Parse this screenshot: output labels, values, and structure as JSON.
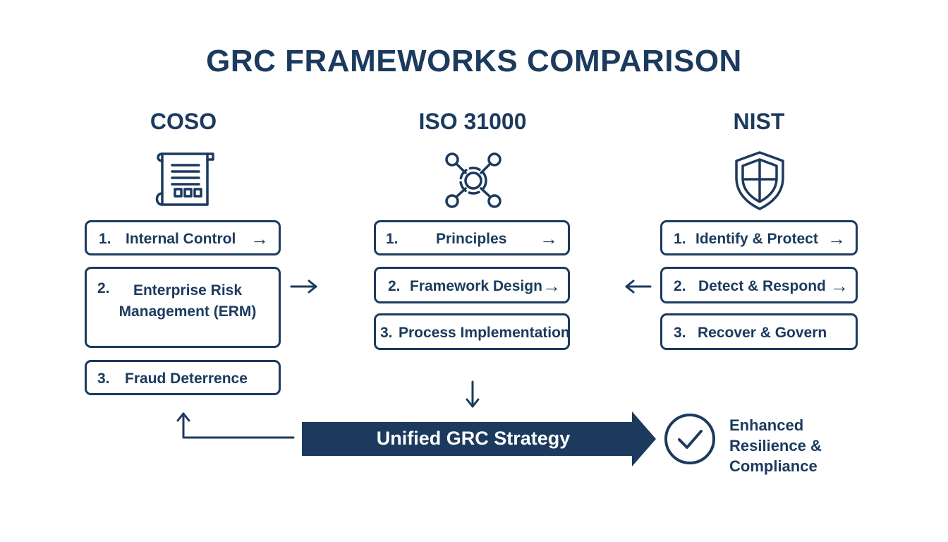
{
  "title": "GRC FRAMEWORKS COMPARISON",
  "colors": {
    "navy": "#1b3a5e",
    "background": "#ffffff"
  },
  "columns": [
    {
      "name": "COSO",
      "icon": "document-scroll-icon",
      "items": [
        {
          "num": "1.",
          "label": "Internal Control"
        },
        {
          "num": "2.",
          "label": "Enterprise Risk Management (ERM)"
        },
        {
          "num": "3.",
          "label": "Fraud Deterrence"
        }
      ]
    },
    {
      "name": "ISO 31000",
      "icon": "network-hub-icon",
      "items": [
        {
          "num": "1.",
          "label": "Principles"
        },
        {
          "num": "2.",
          "label": "Framework Design"
        },
        {
          "num": "3.",
          "label": "Process Implementation"
        }
      ]
    },
    {
      "name": "NIST",
      "icon": "shield-icon",
      "items": [
        {
          "num": "1.",
          "label": "Identify & Protect"
        },
        {
          "num": "2.",
          "label": "Detect & Respond"
        },
        {
          "num": "3.",
          "label": "Recover & Govern"
        }
      ]
    }
  ],
  "strategy": "Unified GRC Strategy",
  "outcome": "Enhanced Resilience & Compliance",
  "icons": {
    "arrow": "→",
    "arrow_left": "←"
  }
}
